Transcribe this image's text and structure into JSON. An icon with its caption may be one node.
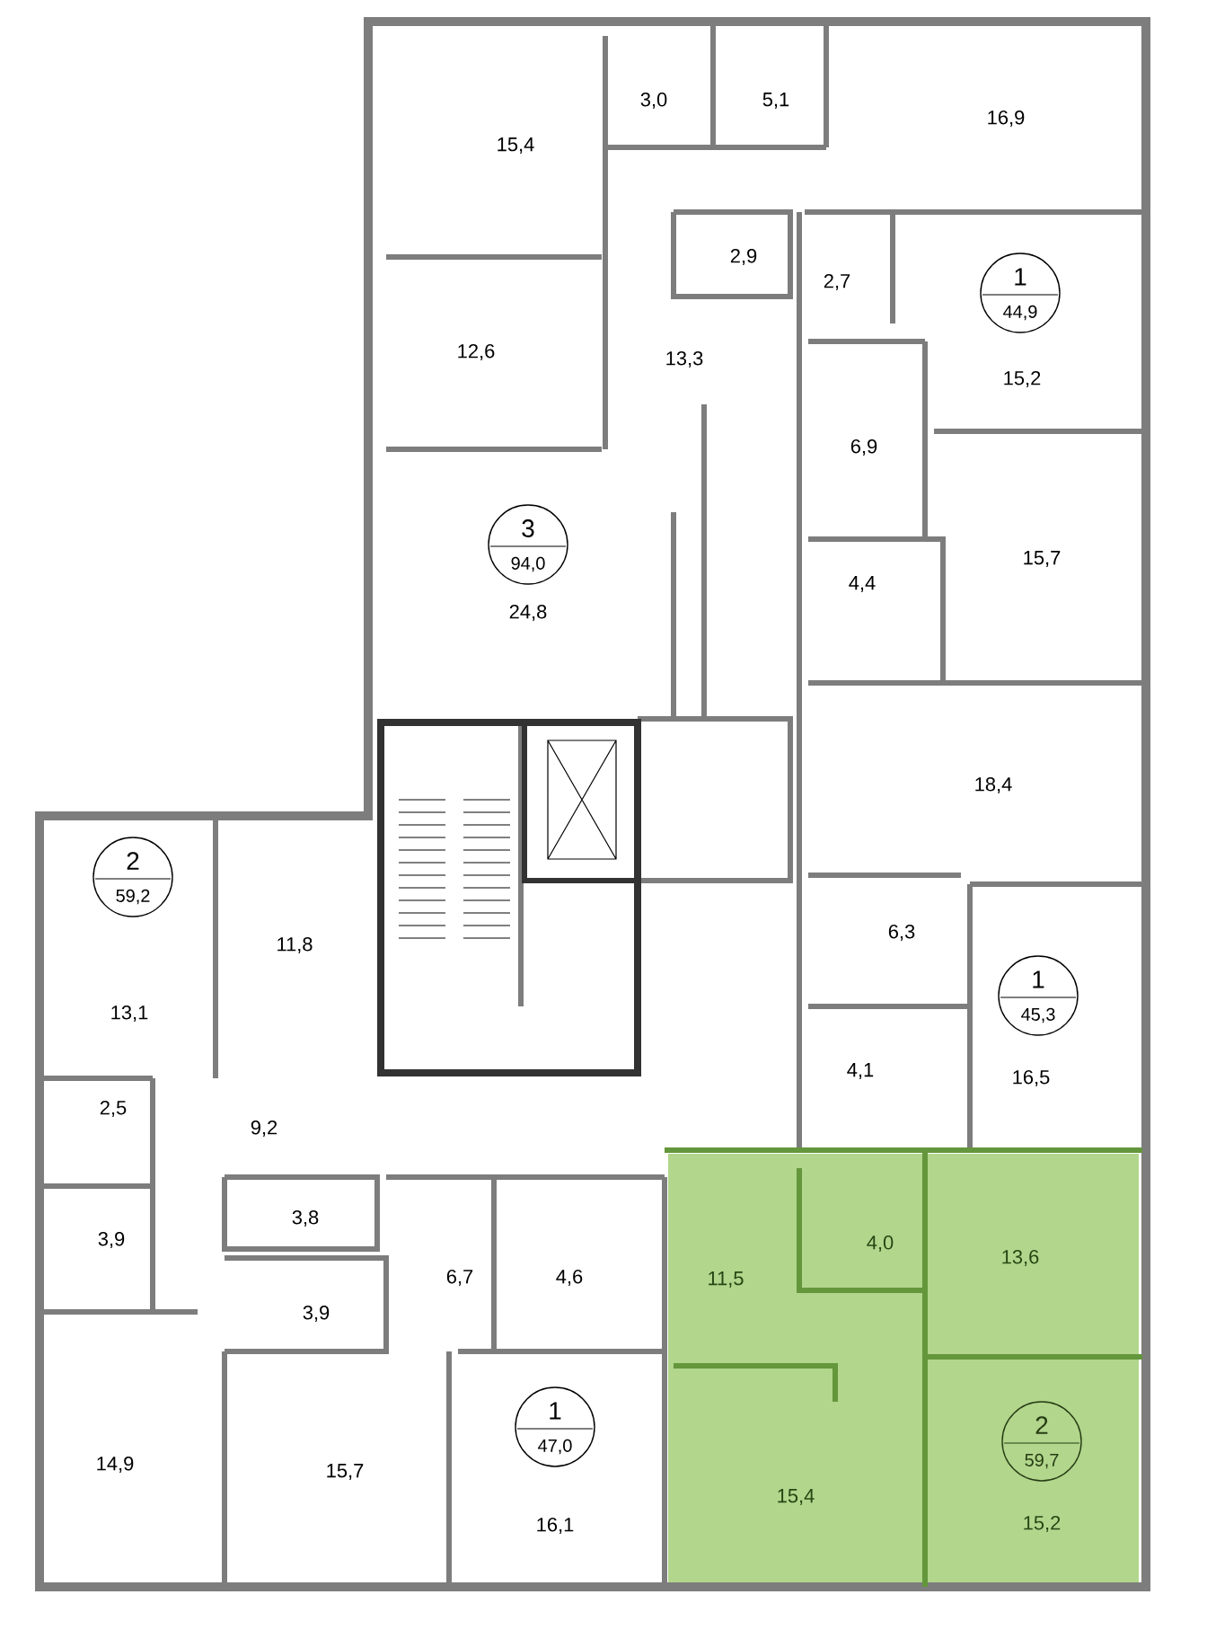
{
  "diagram": {
    "nodes": [
      {
        "text": [
          "1",
          "44,9"
        ]
      },
      {
        "text": [
          "3",
          "94,0"
        ]
      },
      {
        "text": [
          "2",
          "59,2"
        ]
      },
      {
        "text": [
          "1",
          "45,3"
        ]
      },
      {
        "text": [
          "1",
          "47,0"
        ]
      },
      {
        "text": [
          "2",
          "59,7"
        ]
      }
    ],
    "labels": [
      "3,0",
      "5,1",
      "16,9",
      "15,4",
      "2,9",
      "2,7",
      "12,6",
      "13,3",
      "15,2",
      "6,9",
      "15,7",
      "4,4",
      "24,8",
      "18,4",
      "6,3",
      "11,8",
      "13,1",
      "4,1",
      "16,5",
      "2,5",
      "9,2",
      "3,8",
      "3,9",
      "4,0",
      "13,6",
      "6,7",
      "4,6",
      "11,5",
      "3,9",
      "14,9",
      "15,7",
      "15,4",
      "16,1",
      "15,2"
    ]
  }
}
